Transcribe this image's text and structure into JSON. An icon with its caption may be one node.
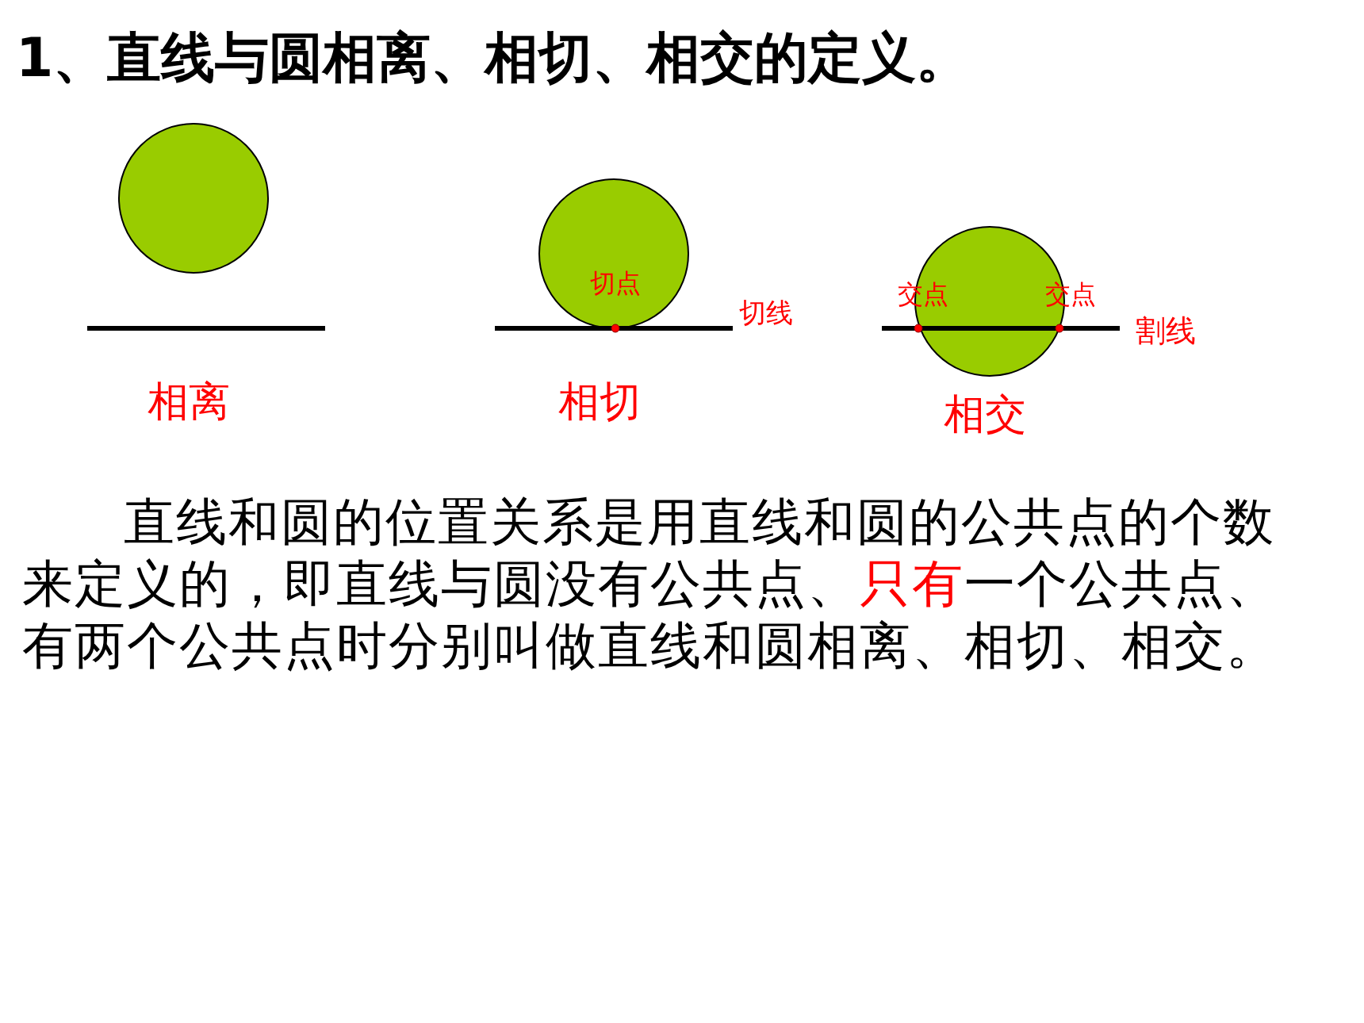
{
  "diagram": {
    "title": "1、直线与圆相离、相切、相交的定义。",
    "labels": [
      "切点",
      "交点",
      "交点",
      "切线",
      "割线",
      "相离",
      "相切",
      "相交",
      "直线和圆的位置关系是用直线和圆的公共点的个数来定义的，即直线与圆没有公共点、**只有**一个公共点、有两个公共点时分别叫做直线和圆相离、相切、相交。"
    ]
  }
}
